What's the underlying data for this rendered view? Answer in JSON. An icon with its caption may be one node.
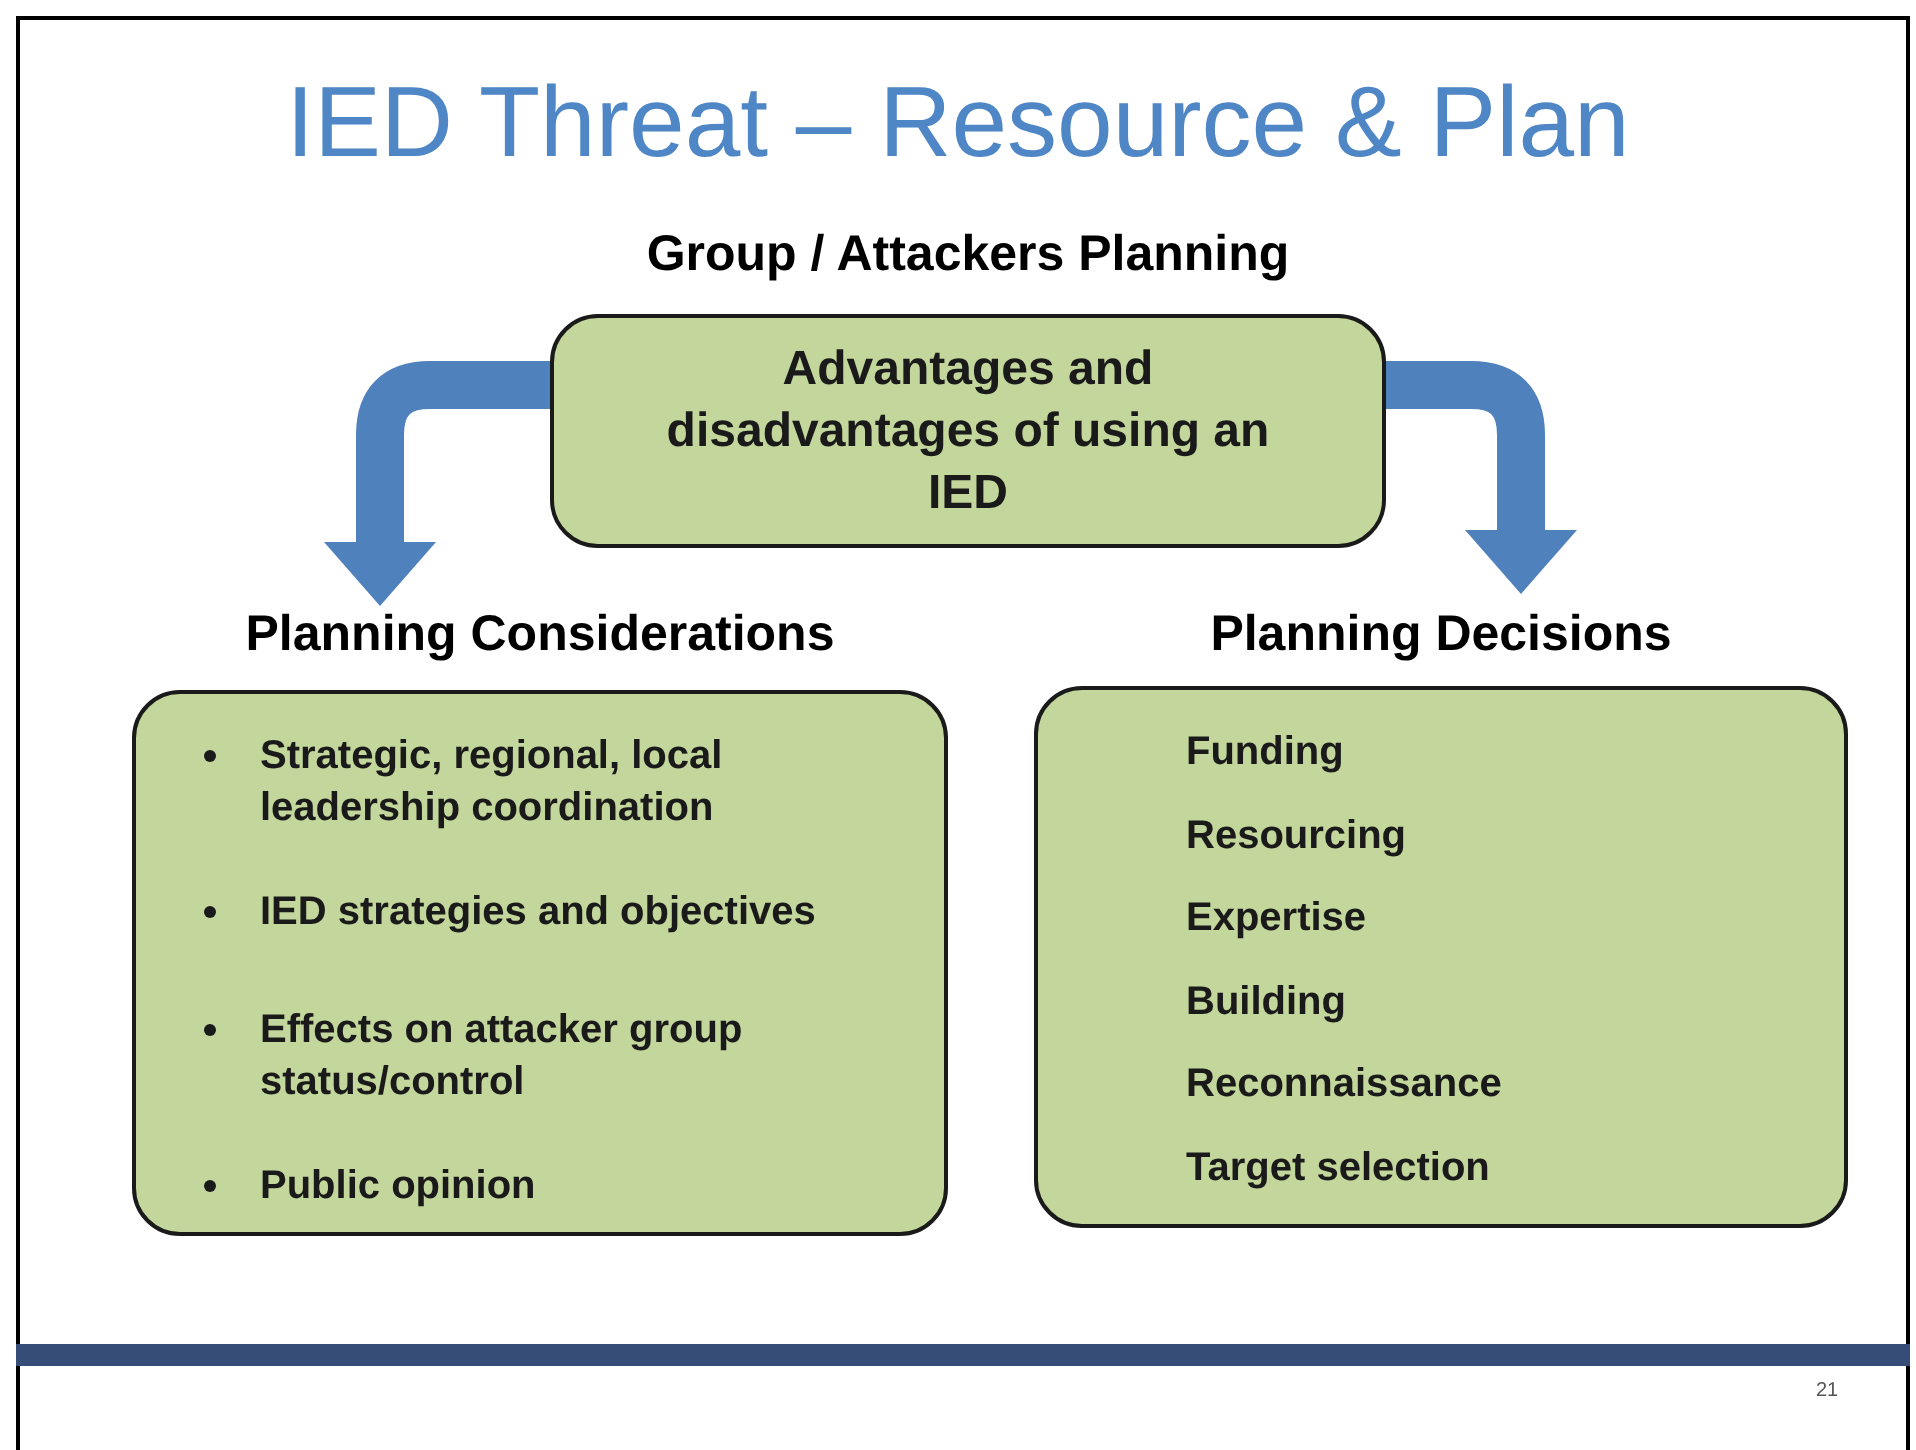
{
  "diagram": {
    "title": "IED Threat – Resource & Plan",
    "nodes": [
      {
        "text": [
          "Group / Attackers Planning",
          "Advantages and disadvantages of using an IED"
        ]
      },
      {
        "text": [
          "Planning Considerations",
          "Strategic, regional, local leadership coordination",
          "IED strategies and objectives",
          "Effects on attacker group status/control",
          "Public opinion"
        ]
      },
      {
        "text": [
          "Planning Decisions",
          "Funding",
          "Resourcing",
          "Expertise",
          "Building",
          "Reconnaissance",
          "Target selection"
        ]
      }
    ],
    "edges": [
      {
        "from": 0,
        "to": 1,
        "arrow": "to"
      },
      {
        "from": 0,
        "to": 2,
        "arrow": "to"
      }
    ],
    "labels": [
      "21"
    ]
  }
}
